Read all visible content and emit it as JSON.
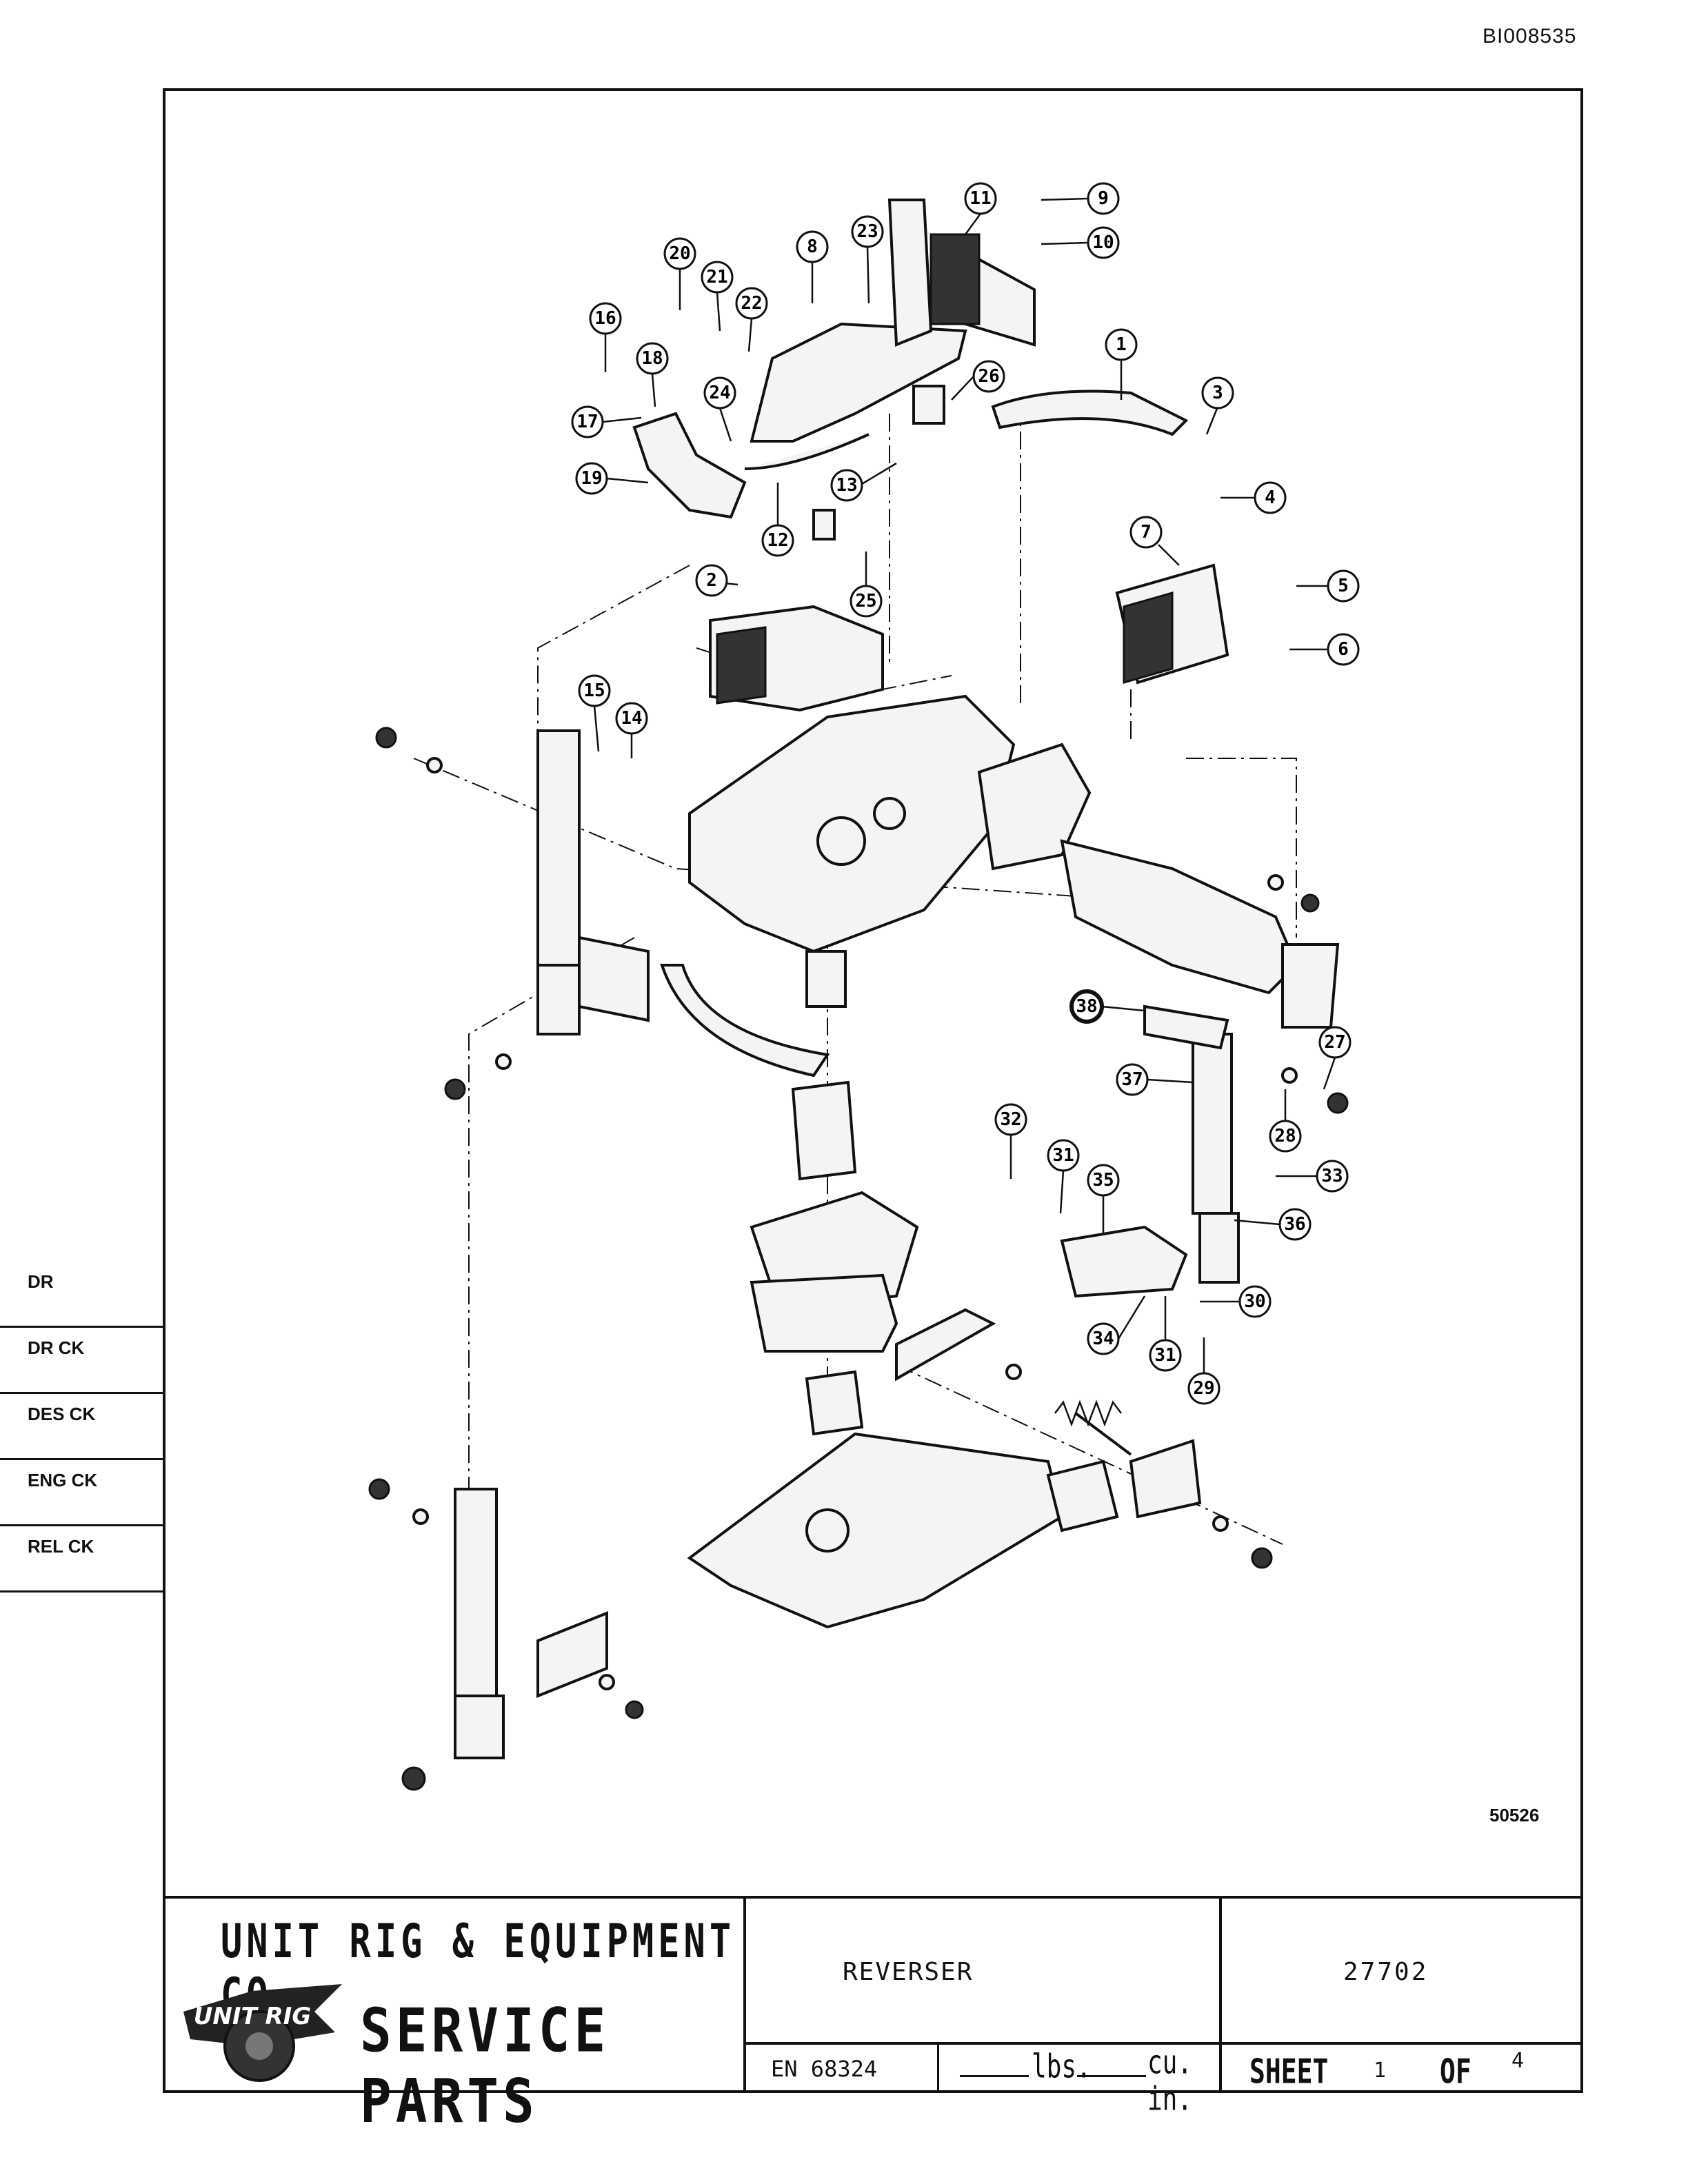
{
  "document_id": "BI008535",
  "drawing_number": "50526",
  "side_labels": [
    "DR",
    "DR CK",
    "DES CK",
    "ENG CK",
    "REL CK"
  ],
  "title_block": {
    "company": "UNIT RIG & EQUIPMENT CO.",
    "logo_text": "UNIT RIG",
    "service_parts": "SERVICE PARTS",
    "title": "REVERSER",
    "part_number": "27702",
    "en_number": "EN 68324",
    "weight_unit": "lbs.",
    "volume_unit": "cu. in.",
    "sheet_label": "SHEET",
    "sheet_number": "1",
    "of_label": "OF",
    "sheet_total": "4"
  },
  "callouts": [
    "1",
    "2",
    "3",
    "4",
    "5",
    "6",
    "7",
    "8",
    "9",
    "10",
    "11",
    "12",
    "13",
    "14",
    "15",
    "16",
    "17",
    "18",
    "19",
    "20",
    "21",
    "22",
    "23",
    "24",
    "25",
    "26",
    "27",
    "28",
    "29",
    "30",
    "31",
    "31",
    "32",
    "33",
    "34",
    "35",
    "36",
    "37",
    "38"
  ]
}
